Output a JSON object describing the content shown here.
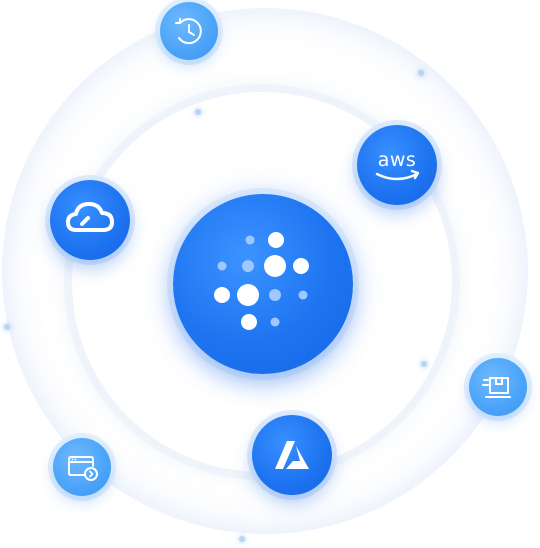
{
  "colors": {
    "primary_blue": "#1e74f0",
    "light_blue": "#4aa3f8",
    "ring_tint": "#eef3fb",
    "dot": "#b8d4f8"
  },
  "hub": {
    "icon": "dot-grid-logo-icon"
  },
  "satellites": [
    {
      "icon": "clock-history-icon",
      "style": "light"
    },
    {
      "icon": "aws-logo-icon",
      "text": "aws",
      "style": "strong"
    },
    {
      "icon": "cloud-logo-icon",
      "style": "strong"
    },
    {
      "icon": "package-box-icon",
      "style": "light"
    },
    {
      "icon": "azure-logo-icon",
      "style": "strong"
    },
    {
      "icon": "browser-window-icon",
      "style": "light"
    }
  ]
}
